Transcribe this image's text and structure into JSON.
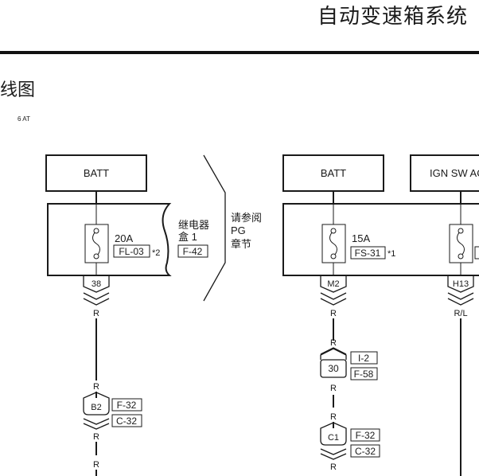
{
  "header": {
    "title": "自动变速箱系统"
  },
  "section": {
    "title": "线图",
    "variant": "6 AT"
  },
  "diagram": {
    "left_circuit": {
      "source": "BATT",
      "fuse_rating": "20A",
      "fuse_id": "FL-03",
      "fuse_note": "*2",
      "relay_box_label_1": "继电器",
      "relay_box_label_2": "盒 1",
      "relay_box_conn": "F-42",
      "pin_top": "38",
      "wire_color": "R",
      "junction_pin": "B2",
      "junction_conn_a": "F-32",
      "junction_conn_b": "C-32"
    },
    "reference_note": {
      "line1": "请参阅",
      "line2": "PG",
      "line3": "章节"
    },
    "right_circuit": {
      "source": "BATT",
      "fuse_rating": "15A",
      "fuse_id": "FS-31",
      "fuse_note": "*1",
      "pin_top": "M2",
      "wire_color": "R",
      "splice_pin": "30",
      "splice_conn_a": "I-2",
      "splice_conn_b": "F-58",
      "junction_pin": "C1",
      "junction_conn_a": "F-32",
      "junction_conn_b": "C-32"
    },
    "ign_circuit": {
      "source": "IGN SW AC",
      "pin_top": "H13",
      "wire_color": "R/L"
    }
  }
}
